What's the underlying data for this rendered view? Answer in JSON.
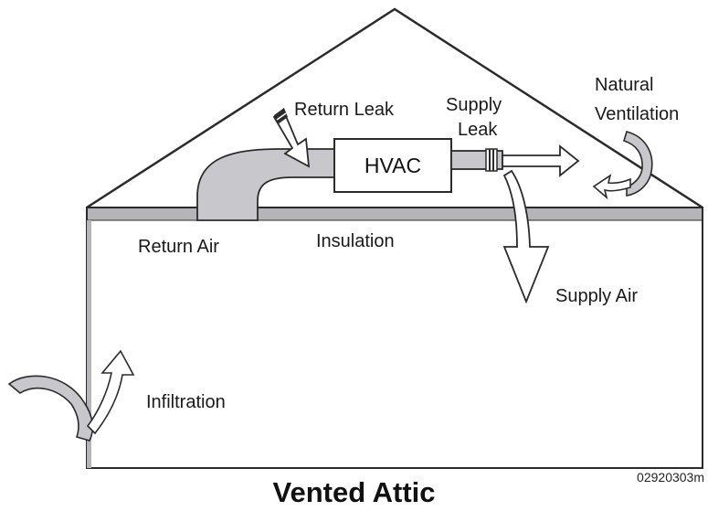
{
  "labels": {
    "return_leak": "Return Leak",
    "supply_leak_1": "Supply",
    "supply_leak_2": "Leak",
    "natural_ventilation_1": "Natural",
    "natural_ventilation_2": "Ventilation",
    "hvac": "HVAC",
    "return_air": "Return Air",
    "insulation": "Insulation",
    "supply_air": "Supply Air",
    "infiltration": "Infiltration"
  },
  "title": "Vented Attic",
  "figure_code": "02920303m",
  "colors": {
    "stroke": "#2b2b2b",
    "fill_gray": "#c8c8cc",
    "insulation_band": "#b4b4b9",
    "background": "#ffffff"
  }
}
